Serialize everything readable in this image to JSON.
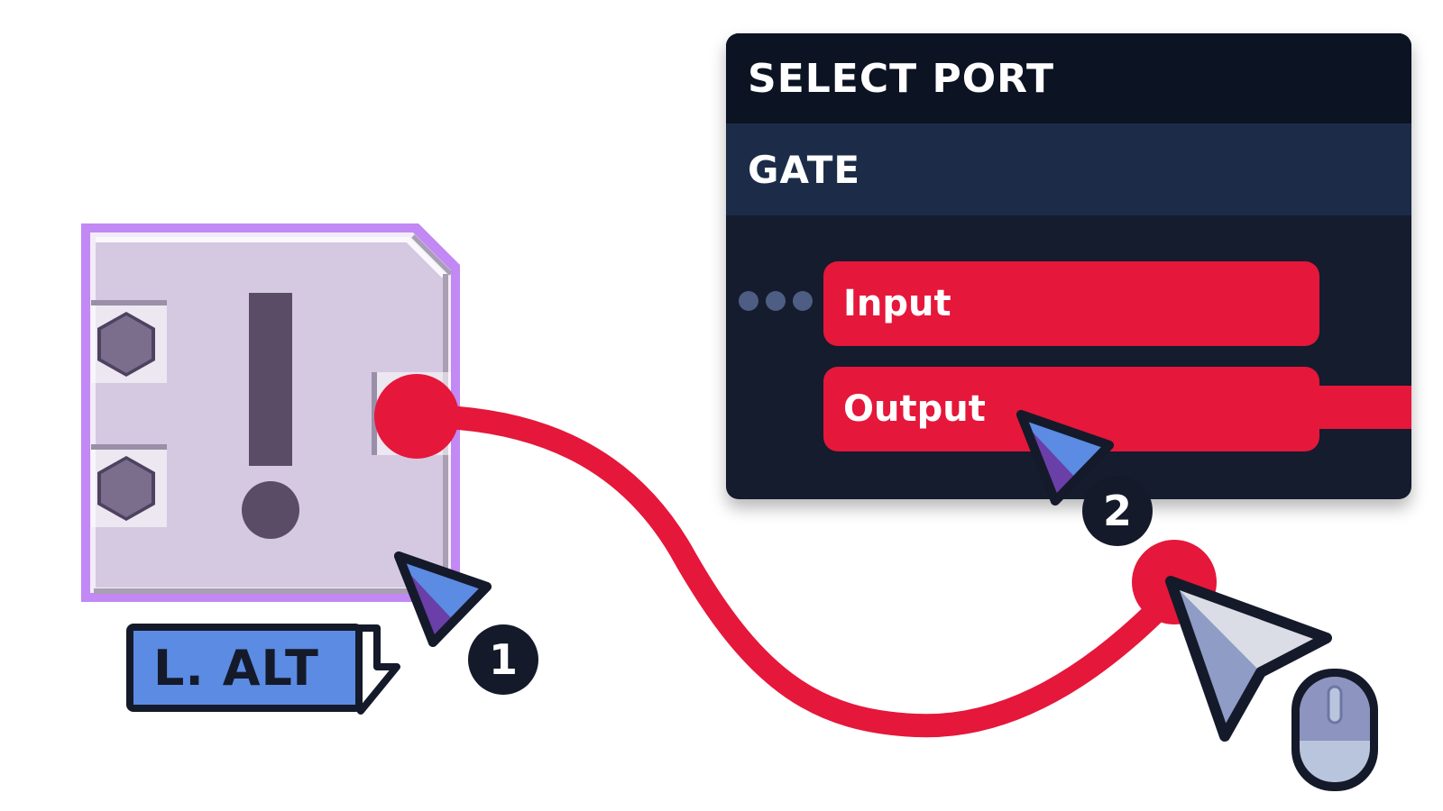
{
  "panel": {
    "title": "SELECT PORT",
    "subtitle": "GATE",
    "ports": [
      {
        "label": "Input"
      },
      {
        "label": "Output"
      }
    ]
  },
  "key": {
    "label": "L. ALT"
  },
  "steps": [
    {
      "number": "1"
    },
    {
      "number": "2"
    }
  ],
  "icons": [
    "exclamation-icon",
    "hex-bolt-icon",
    "arrow-down-icon",
    "cursor-icon",
    "mouse-icon"
  ],
  "colors": {
    "wire": "#e5173a",
    "panel_bg": "#141c2e",
    "panel_header": "#0c1322",
    "panel_sub": "#1c2c48",
    "module_fill": "#d5c9e1",
    "module_border": "#c288f4",
    "key_fill": "#5b8be3",
    "outline": "#151a2a"
  }
}
